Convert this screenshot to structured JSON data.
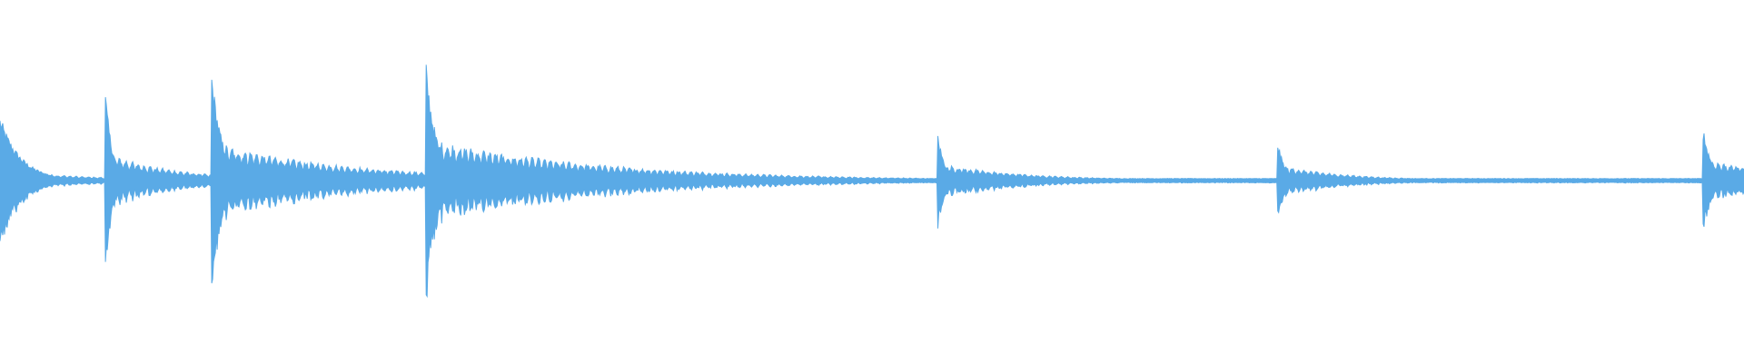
{
  "waveform": {
    "color": "#5aaae6",
    "background": "#ffffff",
    "duration": 1.0,
    "sample_points": 1920,
    "noise_floor": 0.012,
    "onsets": [
      {
        "t": 0.0,
        "peak": 0.36,
        "decay": 0.012,
        "ring": 0.06,
        "ring_decay": 0.05
      },
      {
        "t": 0.06,
        "peak": 0.55,
        "decay": 0.004,
        "ring": 0.16,
        "ring_decay": 0.04
      },
      {
        "t": 0.121,
        "peak": 0.65,
        "decay": 0.006,
        "ring": 0.22,
        "ring_decay": 0.08
      },
      {
        "t": 0.244,
        "peak": 0.68,
        "decay": 0.006,
        "ring": 0.24,
        "ring_decay": 0.1
      },
      {
        "t": 0.537,
        "peak": 0.3,
        "decay": 0.004,
        "ring": 0.1,
        "ring_decay": 0.05
      },
      {
        "t": 0.732,
        "peak": 0.24,
        "decay": 0.004,
        "ring": 0.09,
        "ring_decay": 0.04
      },
      {
        "t": 0.976,
        "peak": 0.3,
        "decay": 0.005,
        "ring": 0.12,
        "ring_decay": 0.06
      }
    ]
  }
}
